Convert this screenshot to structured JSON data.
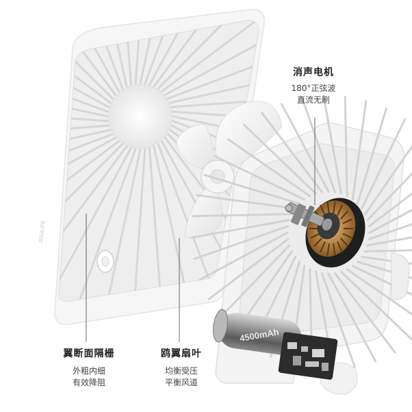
{
  "callouts": {
    "motor": {
      "title": "消声电机",
      "lines": [
        "180°正弦波",
        "直流无刷"
      ]
    },
    "grille": {
      "title": "翼断面隔栅",
      "lines": [
        "外粗内细",
        "有效降阻"
      ]
    },
    "blade": {
      "title": "鸥翼扇叶",
      "lines": [
        "均衡受压",
        "平衡风道"
      ]
    }
  },
  "product": {
    "brand_mark": "JISULIFE",
    "battery_text": "4500mAh"
  },
  "colors": {
    "body": "#f4f4f4",
    "shadow": "#d9d9d9",
    "motor_copper": "#c08a4a",
    "motor_dark": "#2a2a2a"
  }
}
